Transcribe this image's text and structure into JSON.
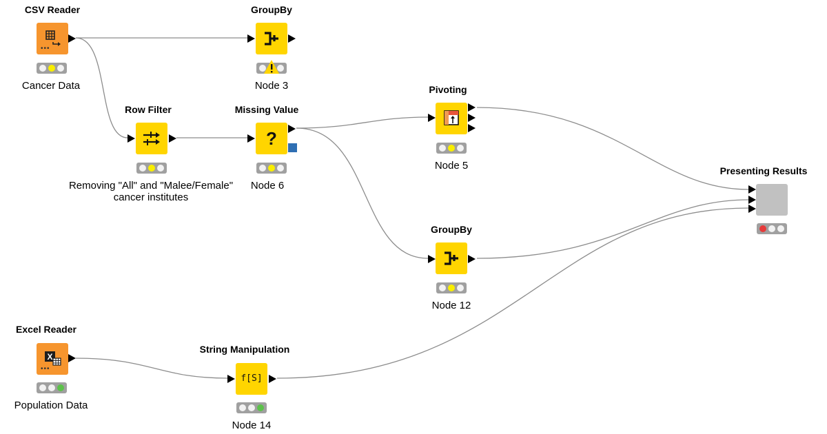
{
  "workflow": {
    "nodes": {
      "csv_reader": {
        "title": "CSV Reader",
        "label": "Cancer Data",
        "status": "yellow",
        "icon": "csv-reader-icon"
      },
      "groupby_3": {
        "title": "GroupBy",
        "label": "Node 3",
        "status": "warning",
        "icon": "groupby-icon"
      },
      "row_filter": {
        "title": "Row Filter",
        "label_line1": "Removing \"All\" and \"Malee/Female\"",
        "label_line2": "cancer institutes",
        "status": "yellow",
        "icon": "row-filter-icon"
      },
      "missing_value": {
        "title": "Missing Value",
        "label": "Node 6",
        "status": "yellow",
        "icon": "missing-value-icon",
        "glyph": "?"
      },
      "pivoting": {
        "title": "Pivoting",
        "label": "Node 5",
        "status": "yellow",
        "icon": "pivoting-icon"
      },
      "groupby_12": {
        "title": "GroupBy",
        "label": "Node 12",
        "status": "yellow",
        "icon": "groupby-icon"
      },
      "presenting": {
        "title": "Presenting Results",
        "status": "red",
        "icon": "component-icon"
      },
      "excel_reader": {
        "title": "Excel Reader",
        "label": "Population Data",
        "status": "green",
        "icon": "excel-reader-icon"
      },
      "string_manip": {
        "title": "String Manipulation",
        "label": "Node 14",
        "status": "green",
        "icon": "string-manipulation-icon",
        "glyph": "f[S]"
      }
    },
    "colors": {
      "source_node": "#f6952e",
      "manipulator_node": "#ffd500",
      "component_node": "#c1c1c1",
      "connection": "#8c8c8c",
      "status_yellow": "#f9ee00",
      "status_green": "#5cc14a",
      "status_red": "#e63b3b",
      "flow_variable_port": "#2f6fb3"
    }
  }
}
